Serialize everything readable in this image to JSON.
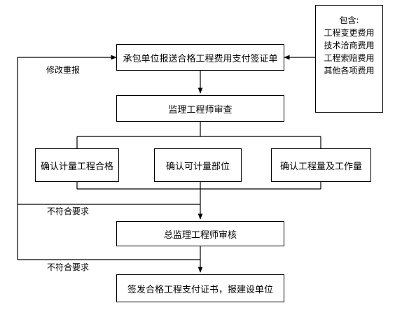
{
  "note": {
    "title": "包含:",
    "items": [
      "工程变更费用",
      "技术洽商费用",
      "工程索赔费用",
      "其他各项费用"
    ]
  },
  "steps": {
    "submit": "承包单位报送合格工程费用支付签证单",
    "review": "监理工程师审查",
    "confirm_qualified": "确认计量工程合格",
    "confirm_parts": "确认可计量部位",
    "confirm_quantity": "确认工程量及工作量",
    "chief_review": "总监理工程师审核",
    "issue": "签发合格工程支付证书，报建设单位"
  },
  "labels": {
    "resubmit": "修改重报",
    "fail_1": "不符合要求",
    "fail_2": "不符合要求"
  }
}
